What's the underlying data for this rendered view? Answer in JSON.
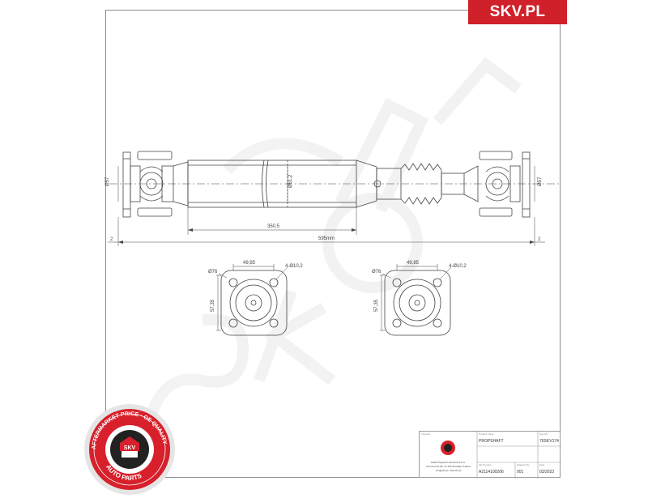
{
  "brand": {
    "label": "SKV.PL"
  },
  "drawing": {
    "dim_left_flange": "Ø57",
    "dim_right_flange": "Ø57",
    "dim_tube": "Ø61,2",
    "dim_partial_length": "350,5",
    "dim_total_length": "595mm",
    "offset_left": "2",
    "offset_right": "2"
  },
  "flange_left": {
    "dia": "Ø76",
    "spacing": "49,85",
    "holes": "4-Ø10,2",
    "height": "57,35"
  },
  "flange_right": {
    "dia": "Ø76",
    "spacing": "49,85",
    "holes": "4-Ø10,2",
    "height": "57,35"
  },
  "badge": {
    "ring_text": "AFTERMARKET PRICE · OE QUALITY",
    "center_text": "SKV",
    "bottom_text": "AUTO PARTS"
  },
  "title_block": {
    "importer_label": "Importer",
    "product_label": "Product name",
    "product": "PROPSHAFT",
    "symbol_label": "Symbol",
    "symbol": "76SKV174",
    "oe_label": "OE Number",
    "oe": "A2114100206",
    "diagram_label": "Diagram No",
    "diagram": "001",
    "date_label": "Date",
    "date": "03/2023",
    "company": "ESEN Wojciech Wolnicki S.K.A.",
    "address": "Poprzeczna 65, 47-400 Wrocław, Poland",
    "contact": "info@skv.pl, www.skv.pl"
  }
}
